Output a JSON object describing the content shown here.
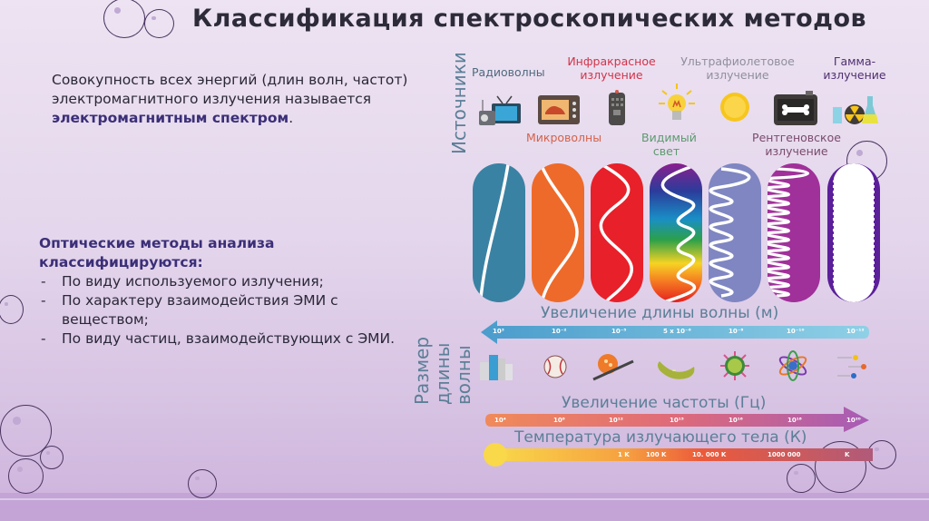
{
  "slide": {
    "title": "Классификация спектроскопических методов",
    "intro": {
      "text": "Совокупность всех энергий (длин волн, частот) электромагнитного излучения называется ",
      "emphasis": "электромагнитным спектром",
      "end": "."
    },
    "methods": {
      "heading": "Оптические методы анализа классифицируются:",
      "items": [
        "По виду используемого излучения;",
        "По характеру взаимодействия ЭМИ с веществом;",
        "По виду частиц, взаимодействующих с ЭМИ."
      ]
    }
  },
  "diagram": {
    "sources_label": "Источники",
    "size_label_lines": [
      "Размер",
      "длины",
      "волны"
    ],
    "sources": [
      {
        "label": "Радиоволны",
        "color": "#4f6a7e",
        "icon": "radio-tv-icon"
      },
      {
        "label": "Микроволны",
        "color": "#d4634a",
        "icon": "microwave-oven-icon"
      },
      {
        "label": "Инфракрасное излучение",
        "color": "#d2344a",
        "icon": "remote-control-icon"
      },
      {
        "label": "Видимый свет",
        "color": "#5c9a6e",
        "icon": "light-bulb-icon"
      },
      {
        "label": "Ультрафиолетовое излучение",
        "color": "#8f8f9f",
        "icon": "sun-icon"
      },
      {
        "label": "Рентгеновское излучение",
        "color": "#7a4a6d",
        "icon": "xray-bone-icon"
      },
      {
        "label": "Гамма-излучение",
        "color": "#4f2f70",
        "icon": "radioactive-lab-icon"
      }
    ],
    "bands": [
      {
        "name": "radio",
        "color": "#3a82a3",
        "waves": 0.5
      },
      {
        "name": "microwave",
        "color": "#ee6a2a",
        "waves": 1
      },
      {
        "name": "infrared",
        "color": "#e8202a",
        "waves": 2
      },
      {
        "name": "visible",
        "color": "rainbow",
        "waves": 3
      },
      {
        "name": "ultraviolet",
        "color": "#7f86c2",
        "waves": 5
      },
      {
        "name": "xray",
        "color": "#a0309a",
        "waves": 10
      },
      {
        "name": "gamma",
        "color": "#5b1f9a",
        "waves": 20
      }
    ],
    "wavelength_axis": {
      "title": "Увеличение длины волны (м)",
      "ticks": [
        "10³",
        "10⁻²",
        "10⁻⁵",
        "5 x 10⁻⁶",
        "10⁻⁸",
        "10⁻¹⁰",
        "10⁻¹²"
      ],
      "color": "#5aaed3"
    },
    "size_objects": [
      {
        "name": "buildings",
        "icon": "buildings-icon"
      },
      {
        "name": "baseball",
        "icon": "baseball-icon"
      },
      {
        "name": "cell",
        "icon": "cell-needle-icon"
      },
      {
        "name": "bacteria",
        "icon": "bacteria-icon"
      },
      {
        "name": "virus",
        "icon": "virus-icon"
      },
      {
        "name": "atom",
        "icon": "atom-icon"
      },
      {
        "name": "particles",
        "icon": "particles-icon"
      }
    ],
    "frequency_axis": {
      "title": "Увеличение частоты (Гц)",
      "ticks": [
        "10⁴",
        "10⁸",
        "10¹²",
        "10¹⁵",
        "10¹⁶",
        "10¹⁸",
        "10²⁰"
      ]
    },
    "temperature_axis": {
      "title": "Температура излучающего тела (К)",
      "ticks": [
        "1 K",
        "100 K",
        "10. 000 K",
        "1000 000",
        "K"
      ]
    }
  }
}
